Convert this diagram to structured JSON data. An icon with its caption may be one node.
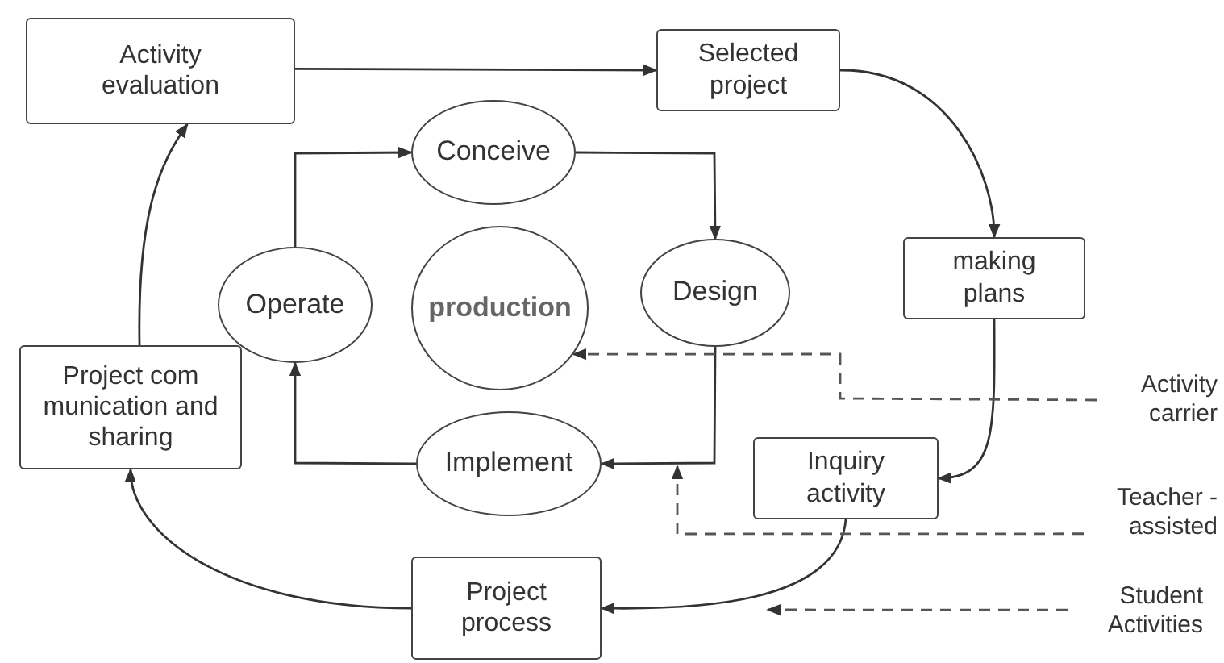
{
  "diagram": {
    "nodes": [
      {
        "text": [
          "Activity evaluation"
        ]
      },
      {
        "text": [
          "Selected project"
        ]
      },
      {
        "text": [
          "making plans"
        ]
      },
      {
        "text": [
          "Conceive"
        ]
      },
      {
        "text": [
          "Operate"
        ]
      },
      {
        "text": [
          "production"
        ]
      },
      {
        "text": [
          "Design"
        ]
      },
      {
        "text": [
          "Implement"
        ]
      },
      {
        "text": [
          "Inquiry activity"
        ]
      },
      {
        "text": [
          "Project com munication and sharing"
        ]
      },
      {
        "text": [
          "Project process"
        ]
      },
      {
        "text": [
          "Activity carrier"
        ]
      },
      {
        "text": [
          "Teacher - assisted"
        ]
      },
      {
        "text": [
          "Student Activities"
        ]
      }
    ],
    "edges": [
      {
        "from": 0,
        "to": 1,
        "arrow": "to"
      },
      {
        "from": 1,
        "to": 2,
        "arrow": "to"
      },
      {
        "from": 2,
        "to": 8,
        "arrow": "to"
      },
      {
        "from": 8,
        "to": 10,
        "arrow": "to"
      },
      {
        "from": 10,
        "to": 9,
        "arrow": "to"
      },
      {
        "from": 9,
        "to": 0,
        "arrow": "to"
      },
      {
        "from": 4,
        "to": 3,
        "arrow": "to"
      },
      {
        "from": 3,
        "to": 6,
        "arrow": "to"
      },
      {
        "from": 6,
        "to": 7,
        "arrow": "to"
      },
      {
        "from": 7,
        "to": 4,
        "arrow": "to"
      },
      {
        "from": 11,
        "to": 5,
        "arrow": "to",
        "style": "dashed"
      },
      {
        "from": 12,
        "to": null,
        "arrow": "to",
        "style": "dashed"
      },
      {
        "from": 13,
        "to": null,
        "arrow": "to",
        "style": "dashed"
      }
    ]
  }
}
